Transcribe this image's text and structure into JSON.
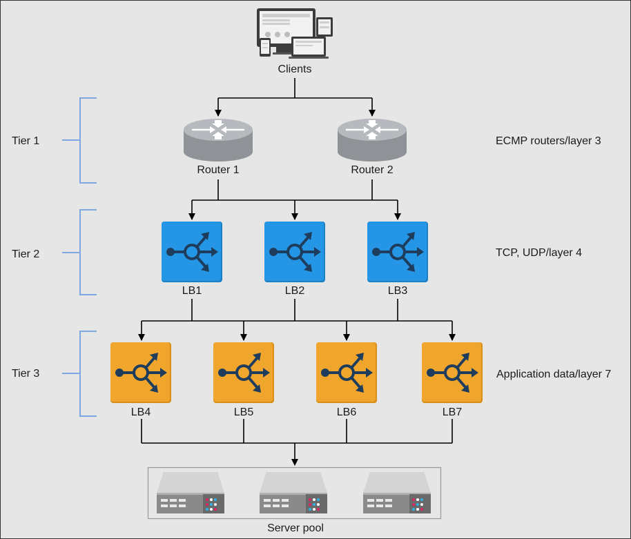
{
  "clients": {
    "label": "Clients"
  },
  "tiers": [
    {
      "label": "Tier 1",
      "desc": "ECMP routers/layer 3"
    },
    {
      "label": "Tier 2",
      "desc": "TCP, UDP/layer 4"
    },
    {
      "label": "Tier 3",
      "desc": "Application data/layer 7"
    }
  ],
  "routers": [
    {
      "label": "Router 1"
    },
    {
      "label": "Router 2"
    }
  ],
  "l4_balancers": [
    {
      "label": "LB1"
    },
    {
      "label": "LB2"
    },
    {
      "label": "LB3"
    }
  ],
  "l7_balancers": [
    {
      "label": "LB4"
    },
    {
      "label": "LB5"
    },
    {
      "label": "LB6"
    },
    {
      "label": "LB7"
    }
  ],
  "server_pool": {
    "label": "Server pool",
    "server_count": 3
  },
  "colors": {
    "background": "#e6e6e6",
    "bracket": "#7ea6e0",
    "l4_balancer": "#2596e6",
    "l7_balancer": "#f0a52c",
    "lb_glyph": "#1e3d5c",
    "router": "#a9acb0",
    "line": "#000000"
  },
  "icons": {
    "clients": "devices-icon",
    "router": "router-icon",
    "balancer": "load-balancer-icon",
    "server": "server-icon"
  }
}
